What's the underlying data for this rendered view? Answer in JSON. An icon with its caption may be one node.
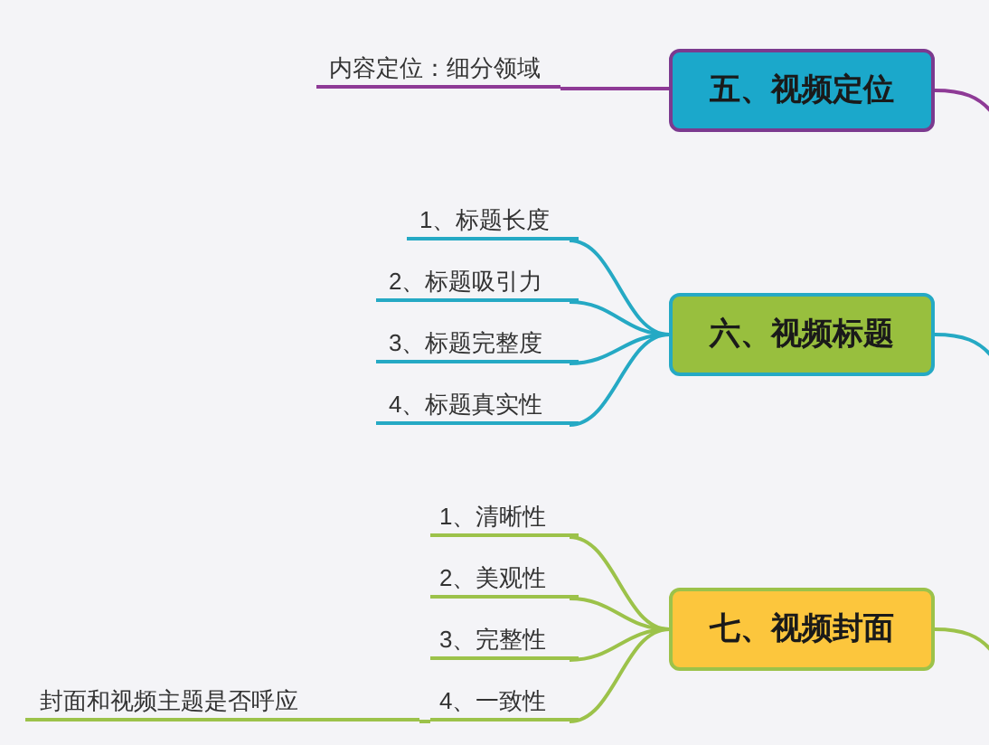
{
  "diagram": {
    "nodes": [
      {
        "text": [
          "五、视频定位"
        ]
      },
      {
        "text": [
          "内容定位：细分领域"
        ]
      },
      {
        "text": [
          "六、视频标题"
        ]
      },
      {
        "text": [
          "1、标题长度"
        ]
      },
      {
        "text": [
          "2、标题吸引力"
        ]
      },
      {
        "text": [
          "3、标题完整度"
        ]
      },
      {
        "text": [
          "4、标题真实性"
        ]
      },
      {
        "text": [
          "七、视频封面"
        ]
      },
      {
        "text": [
          "1、清晰性"
        ]
      },
      {
        "text": [
          "2、美观性"
        ]
      },
      {
        "text": [
          "3、完整性"
        ]
      },
      {
        "text": [
          "4、一致性"
        ]
      },
      {
        "text": [
          "封面和视频主题是否呼应"
        ]
      }
    ],
    "edges": [
      {
        "from": 0,
        "to": null,
        "arrow": "none",
        "color": "#8e3a96"
      },
      {
        "from": 0,
        "to": 1,
        "arrow": "none",
        "color": "#8e3a96"
      },
      {
        "from": 2,
        "to": null,
        "arrow": "none",
        "color": "#25a9c4"
      },
      {
        "from": 2,
        "to": 3,
        "arrow": "none",
        "color": "#25a9c4"
      },
      {
        "from": 2,
        "to": 4,
        "arrow": "none",
        "color": "#25a9c4"
      },
      {
        "from": 2,
        "to": 5,
        "arrow": "none",
        "color": "#25a9c4"
      },
      {
        "from": 2,
        "to": 6,
        "arrow": "none",
        "color": "#25a9c4"
      },
      {
        "from": 7,
        "to": null,
        "arrow": "none",
        "color": "#9cc24a"
      },
      {
        "from": 7,
        "to": 8,
        "arrow": "none",
        "color": "#9cc24a"
      },
      {
        "from": 7,
        "to": 9,
        "arrow": "none",
        "color": "#9cc24a"
      },
      {
        "from": 7,
        "to": 10,
        "arrow": "none",
        "color": "#9cc24a"
      },
      {
        "from": 7,
        "to": 11,
        "arrow": "none",
        "color": "#9cc24a"
      },
      {
        "from": 11,
        "to": 12,
        "arrow": "none",
        "color": "#9cc24a"
      }
    ]
  }
}
